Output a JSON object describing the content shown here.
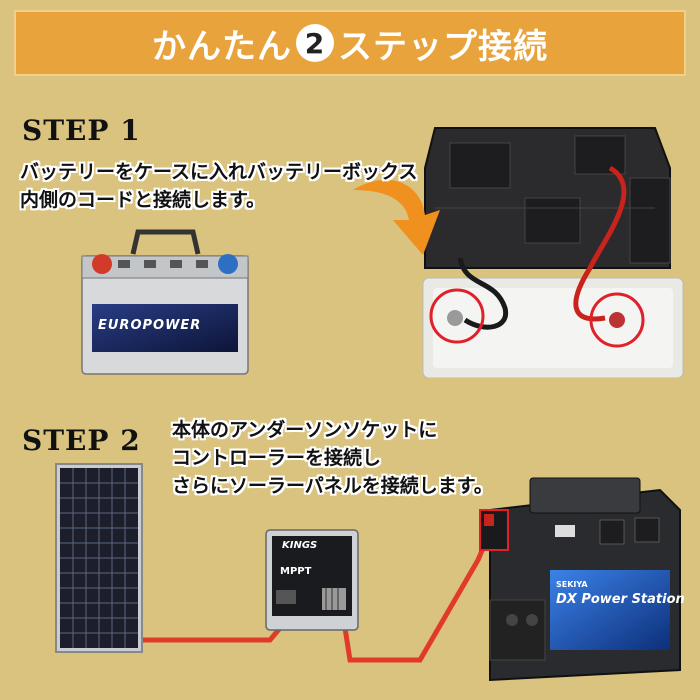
{
  "banner": {
    "text_before": "かんたん",
    "number": "2",
    "text_after": "ステップ接続"
  },
  "step1": {
    "label": "STEP 1",
    "lines": [
      "バッテリーをケースに入れバッテリーボックス",
      "内側のコードと接続します。"
    ],
    "battery_brand": "EUROPOWER"
  },
  "step2": {
    "label": "STEP 2",
    "lines": [
      "本体のアンダーソンソケットに",
      "コントローラーを接続し",
      "さらにソーラーパネルを接続します。"
    ],
    "controller_brand": "KINGS",
    "controller_model": "MPPT",
    "station_brand": "SEKIYA",
    "station_title": "DX Power Station"
  },
  "colors": {
    "background": "#d9c37f",
    "banner": "#e8a33d",
    "arrow": "#f0901e",
    "cable_red": "#e23a2a",
    "highlight_ring": "#e0202a"
  }
}
